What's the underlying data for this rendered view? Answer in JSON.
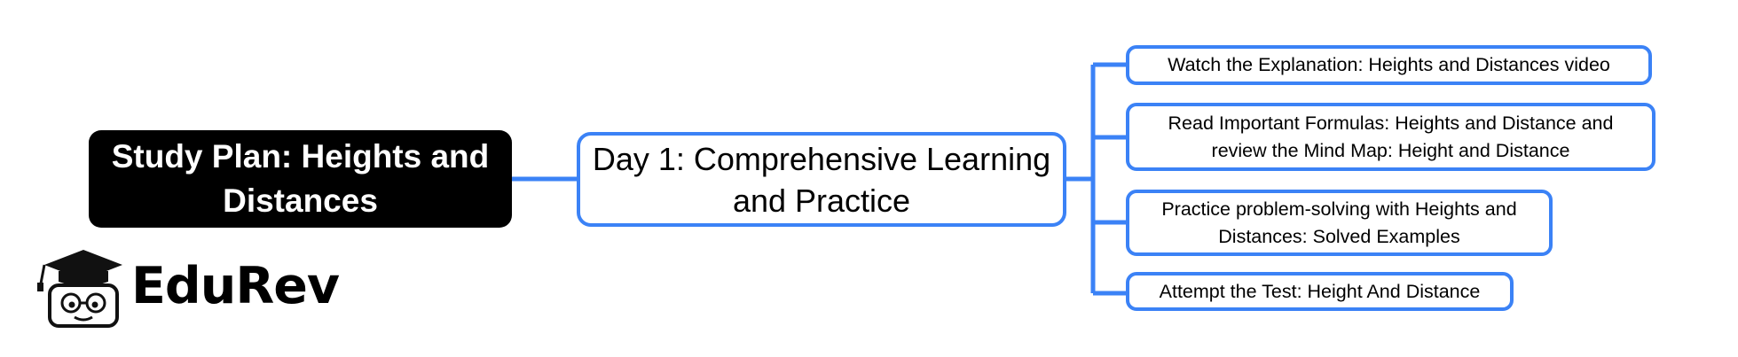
{
  "mindmap": {
    "root": "Study Plan: Heights and Distances",
    "day": "Day 1: Comprehensive Learning and Practice",
    "tasks": [
      "Watch the Explanation: Heights and Distances video",
      "Read Important Formulas: Heights and Distance and review the Mind Map: Height and Distance",
      "Practice problem-solving with Heights and Distances: Solved Examples",
      "Attempt the Test: Height And Distance"
    ]
  },
  "brand": {
    "name": "EduRev"
  },
  "colors": {
    "connector": "#3b82f6",
    "root_bg": "#000000",
    "node_border": "#3b82f6"
  },
  "icons": [
    "graduation-cap-icon",
    "edurev-mascot-icon"
  ]
}
